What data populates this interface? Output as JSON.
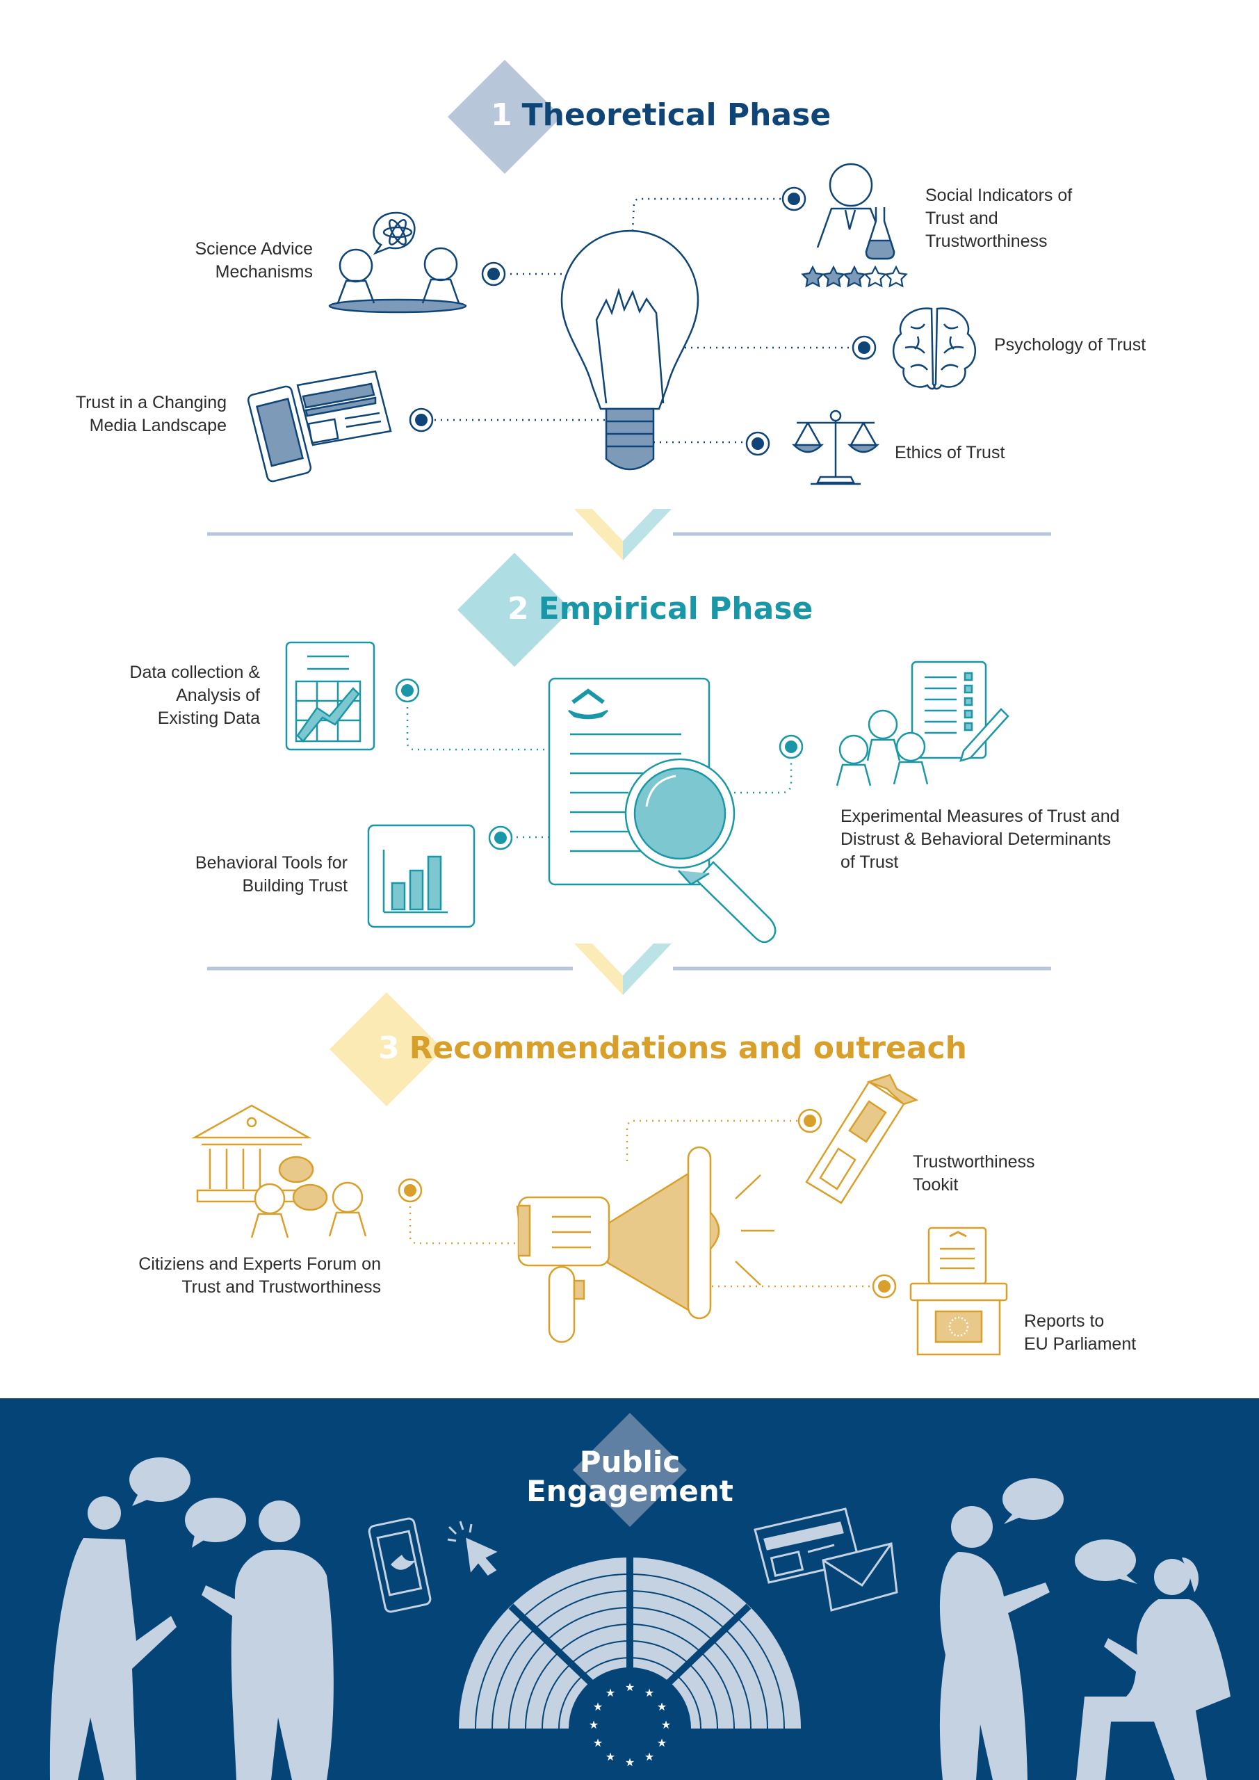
{
  "colors": {
    "navy": "#0f4477",
    "teal": "#1a97a7",
    "gold": "#d8a02a",
    "footer_bg": "#054477",
    "silhouette": "#c4d2e2",
    "diamond_phase1": "#b7c6d8",
    "diamond_phase2": "#aedde3",
    "diamond_phase3": "#fbeab3"
  },
  "phases": [
    {
      "number": "1",
      "title": "Theoretical Phase",
      "icon": "lightbulb-icon",
      "items": [
        {
          "label": "Science Advice\nMechanisms",
          "icon": "discussion-icon"
        },
        {
          "label": "Trust in a Changing\nMedia Landscape",
          "icon": "phone-newspaper-icon"
        },
        {
          "label": "Social Indicators of\nTrust and\nTrustworthiness",
          "icon": "scientist-rating-icon"
        },
        {
          "label": "Psychology of Trust",
          "icon": "brain-icon"
        },
        {
          "label": "Ethics of Trust",
          "icon": "scales-icon"
        }
      ]
    },
    {
      "number": "2",
      "title": "Empirical Phase",
      "icon": "document-magnifier-icon",
      "items": [
        {
          "label": "Data collection &\nAnalysis of\nExisting Data",
          "icon": "line-chart-icon"
        },
        {
          "label": "Behavioral Tools for\nBuilding Trust",
          "icon": "bar-chart-icon"
        },
        {
          "label": "Experimental Measures of Trust and\nDistrust & Behavioral Determinants\nof Trust",
          "icon": "people-checklist-icon"
        }
      ]
    },
    {
      "number": "3",
      "title": "Recommendations and outreach",
      "icon": "megaphone-icon",
      "items": [
        {
          "label": "Citiziens and Experts Forum on\nTrust and Trustworthiness",
          "icon": "institution-people-icon"
        },
        {
          "label": "Trustworthiness\nTookit",
          "icon": "toolkit-icon"
        },
        {
          "label": "Reports to\nEU Parliament",
          "icon": "ballot-box-icon"
        }
      ]
    }
  ],
  "public_engagement": {
    "title": "Public\nEngagement",
    "icons": [
      "people-talking-icon",
      "phone-twitter-icon",
      "cursor-click-icon",
      "parliament-icon",
      "newspaper-mail-icon"
    ]
  }
}
